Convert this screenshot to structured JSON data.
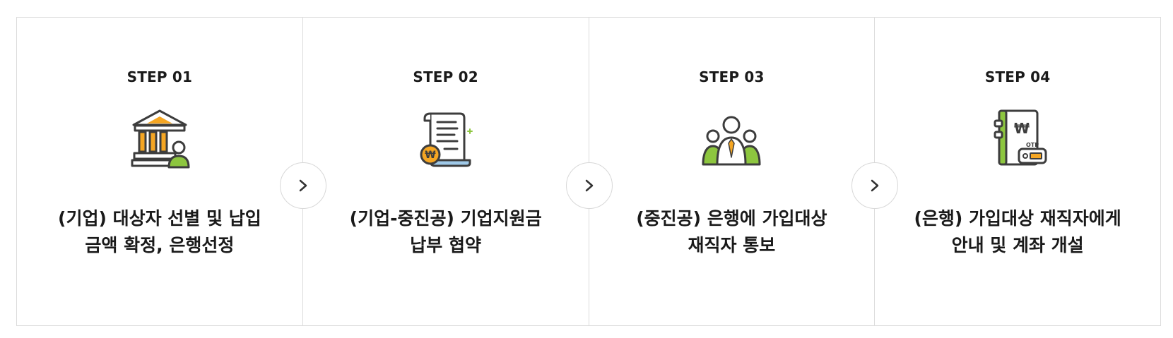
{
  "steps": [
    {
      "label": "STEP 01",
      "icon": "bank-icon",
      "lines": [
        "(기업) 대상자 선별 및 납입",
        "금액 확정, 은행선정"
      ]
    },
    {
      "label": "STEP 02",
      "icon": "contract-document-icon",
      "lines": [
        "(기업-중진공) 기업지원금",
        "납부 협약"
      ]
    },
    {
      "label": "STEP 03",
      "icon": "people-group-icon",
      "lines": [
        "(중진공) 은행에 가입대상",
        "재직자 통보"
      ]
    },
    {
      "label": "STEP 04",
      "icon": "bankbook-otp-icon",
      "lines": [
        "(은행) 가입대상 재직자에게",
        "안내 및 계좌 개설"
      ]
    }
  ],
  "icon_text": {
    "won": "₩",
    "otp": "OTP"
  },
  "colors": {
    "orange": "#f5a623",
    "green": "#8dc63f",
    "blue": "#9fc9e8",
    "outline": "#3d3d3d",
    "border": "#dcdcdc"
  }
}
